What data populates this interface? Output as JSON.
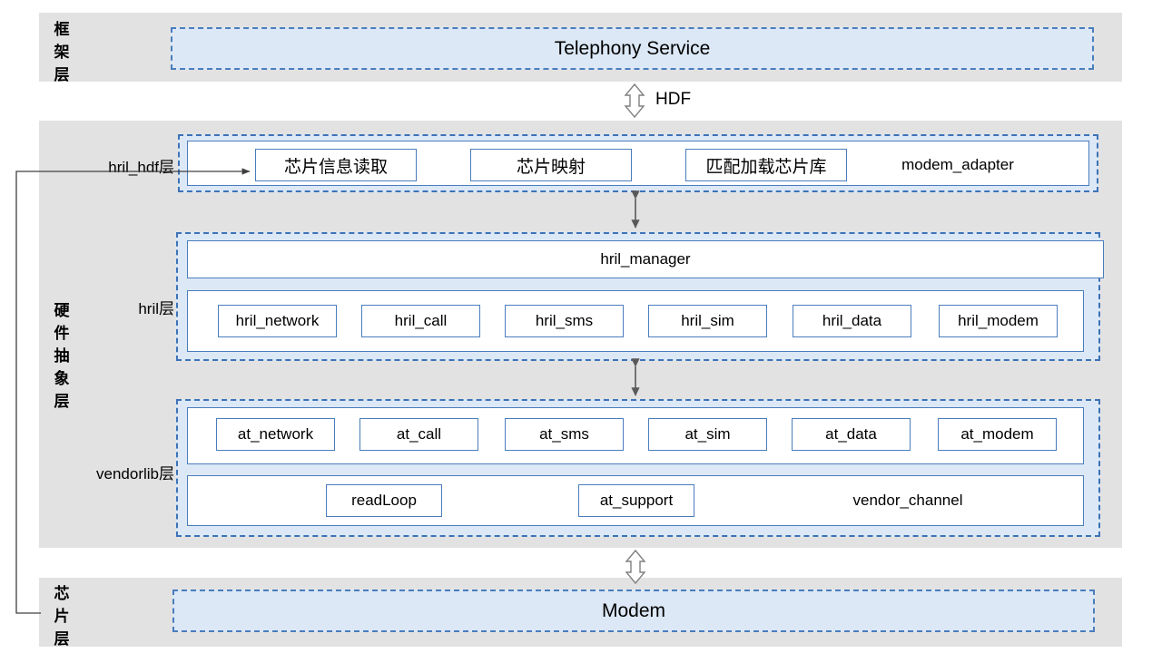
{
  "diagram": {
    "title": "Telephony HDF / HRIL layered architecture",
    "colors": {
      "band_gray": "#e2e2e2",
      "dashed_blue": "#3d72b8",
      "box_fill": "#dce8f6",
      "node_border": "#4a7dbd",
      "arrow_dark": "#595959",
      "arrow_outline": "#808080"
    }
  },
  "layers": {
    "framework": {
      "side_label": "框架层",
      "banner": "Telephony Service"
    },
    "hal": {
      "side_label": "硬件抽象层",
      "sublayers": [
        {
          "name": "hril_hdf",
          "suffix": "层"
        },
        {
          "name": "hril",
          "suffix": "层"
        },
        {
          "name": "vendorlib",
          "suffix": "层"
        }
      ]
    },
    "chip": {
      "side_label": "芯片层",
      "banner": "Modem"
    }
  },
  "hril_hdf": {
    "label": "hril_hdf层",
    "nodes": [
      "芯片信息读取",
      "芯片映射",
      "匹配加载芯片库"
    ],
    "plain_label": "modem_adapter"
  },
  "hril": {
    "label": "hril层",
    "manager": "hril_manager",
    "modules": [
      "hril_network",
      "hril_call",
      "hril_sms",
      "hril_sim",
      "hril_data",
      "hril_modem"
    ]
  },
  "vendorlib": {
    "label": "vendorlib层",
    "modules": [
      "at_network",
      "at_call",
      "at_sms",
      "at_sim",
      "at_data",
      "at_modem"
    ],
    "channel_nodes": [
      "readLoop",
      "at_support"
    ],
    "channel_label": "vendor_channel"
  },
  "connectors": {
    "hdf_label": "HDF",
    "hdf_arrow": "double-arrow-vertical-outline",
    "hdf_to_hril_arrow": "double-arrow-vertical-solid",
    "hril_to_vendorlib_arrow": "double-arrow-vertical-solid",
    "vendorlib_to_modem_arrow": "double-arrow-vertical-outline",
    "chip_to_hdf_arrow": "elbow-arrow-right"
  }
}
